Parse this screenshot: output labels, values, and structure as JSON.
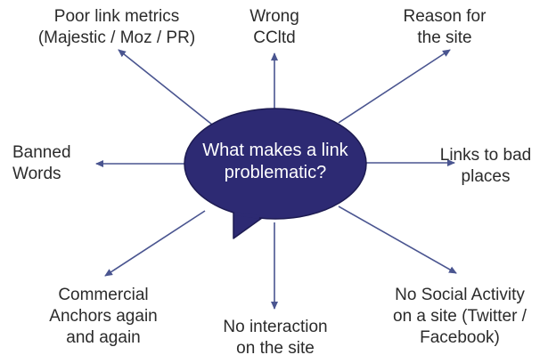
{
  "colors": {
    "bubble_fill": "#2d2a73",
    "bubble_stroke": "#1d1b52",
    "arrow": "#4a5590",
    "text": "#2b2b2b",
    "center_text": "#ffffff"
  },
  "center": {
    "line1": "What makes a link",
    "line2": "problematic?"
  },
  "nodes": {
    "poor_link_metrics": {
      "line1": "Poor link metrics",
      "line2": "(Majestic / Moz / PR)"
    },
    "wrong_ccltd": {
      "line1": "Wrong",
      "line2": "CCltd"
    },
    "reason_for_site": {
      "line1": "Reason for",
      "line2": "the site"
    },
    "banned_words": {
      "line1": "Banned",
      "line2": "Words"
    },
    "links_bad_places": {
      "line1": "Links to bad",
      "line2": "places"
    },
    "commercial_anchors": {
      "line1": "Commercial",
      "line2": "Anchors again",
      "line3": "and again"
    },
    "no_interaction": {
      "line1": "No interaction",
      "line2": "on the site"
    },
    "no_social": {
      "line1": "No Social Activity",
      "line2": "on a site (Twitter /",
      "line3": "Facebook)"
    }
  }
}
